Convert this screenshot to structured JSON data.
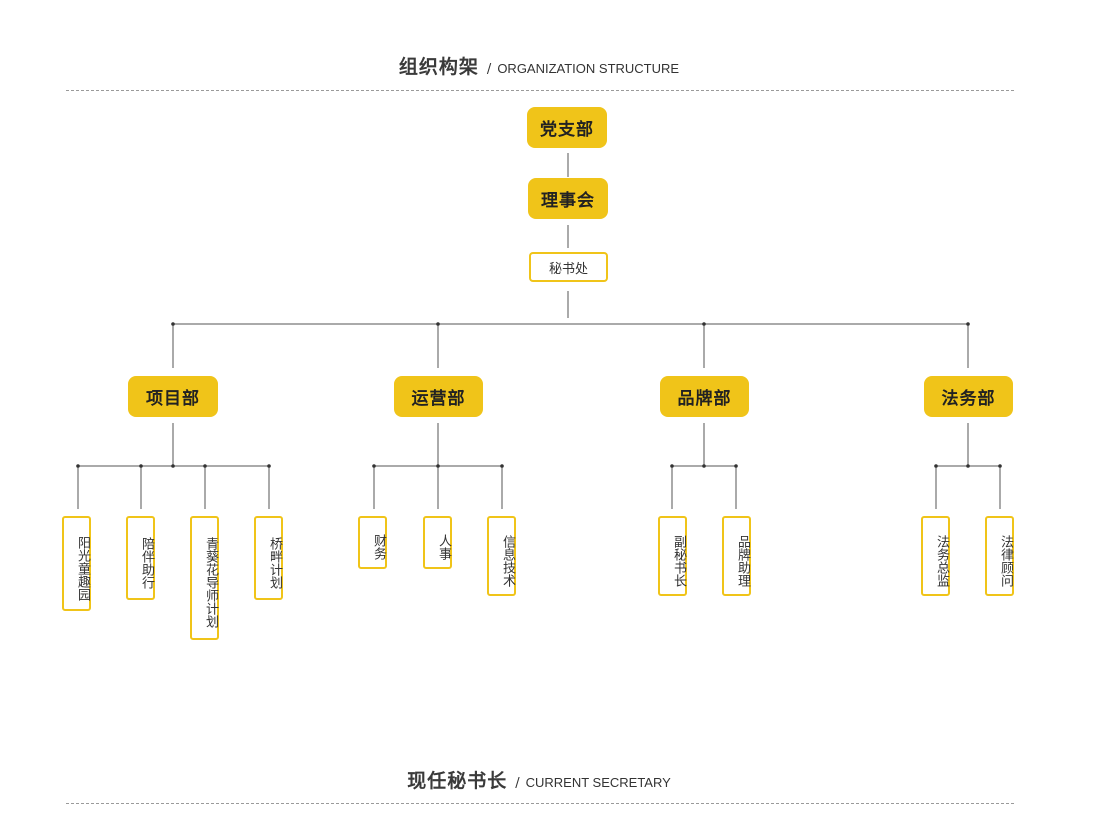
{
  "header": {
    "title_cn": "组织构架",
    "separator": "/",
    "title_en": "ORGANIZATION STRUCTURE"
  },
  "footer": {
    "title_cn": "现任秘书长",
    "separator": "/",
    "title_en": "CURRENT SECRETARY"
  },
  "org": {
    "top": [
      "党支部",
      "理事会"
    ],
    "secretariat": "秘书处",
    "departments": [
      {
        "name": "项目部",
        "units": [
          "阳光童趣园",
          "陪伴助行",
          "青葵花导师计划",
          "桥畔计划"
        ]
      },
      {
        "name": "运营部",
        "units": [
          "财务",
          "人事",
          "信息技术"
        ]
      },
      {
        "name": "品牌部",
        "units": [
          "副秘书长",
          "品牌助理"
        ]
      },
      {
        "name": "法务部",
        "units": [
          "法务总监",
          "法律顾问"
        ]
      }
    ]
  },
  "colors": {
    "accent": "#f0c419",
    "line": "#555555",
    "text": "#333333"
  }
}
